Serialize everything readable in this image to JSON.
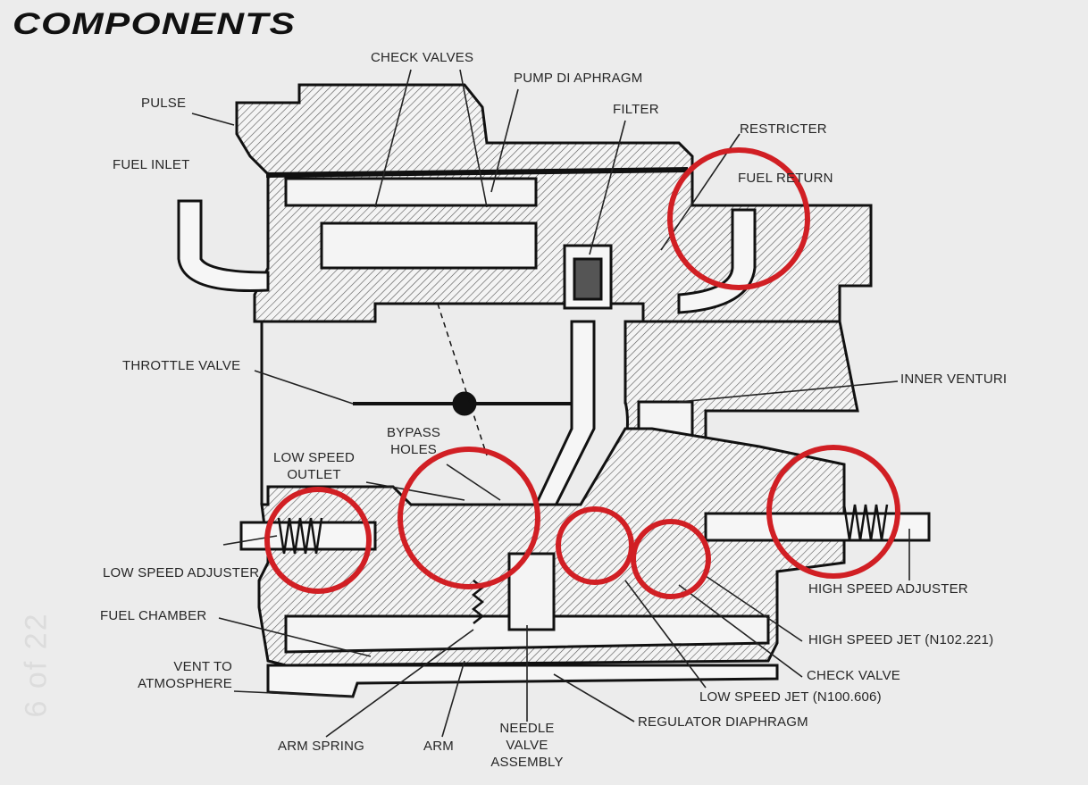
{
  "title": "COMPONENTS",
  "page_indicator": "6 of 22",
  "labels": {
    "check_valves": "CHECK VALVES",
    "pump_diaphragm": "PUMP DI APHRAGM",
    "pulse": "PULSE",
    "filter": "FILTER",
    "restricter": "RESTRICTER",
    "fuel_inlet": "FUEL INLET",
    "fuel_return": "FUEL RETURN",
    "throttle_valve": "THROTTLE VALVE",
    "inner_venturi": "INNER VENTURI",
    "bypass_holes_1": "BYPASS",
    "bypass_holes_2": "HOLES",
    "low_speed_outlet_1": "LOW SPEED",
    "low_speed_outlet_2": "OUTLET",
    "low_speed_adjuster": "LOW SPEED ADJUSTER",
    "high_speed_adjuster": "HIGH SPEED ADJUSTER",
    "fuel_chamber": "FUEL CHAMBER",
    "high_speed_jet": "HIGH SPEED JET (N102.221)",
    "vent_1": "VENT TO",
    "vent_2": "ATMOSPHERE",
    "check_valve": "CHECK VALVE",
    "low_speed_jet": "LOW SPEED JET (N100.606)",
    "regulator_diaphragm": "REGULATOR DIAPHRAGM",
    "needle_1": "NEEDLE",
    "needle_2": "VALVE",
    "needle_3": "ASSEMBLY",
    "arm_spring": "ARM SPRING",
    "arm": "ARM"
  },
  "colors": {
    "highlight": "#d11f24",
    "ink": "#1a1a1a",
    "background": "#ececec"
  }
}
